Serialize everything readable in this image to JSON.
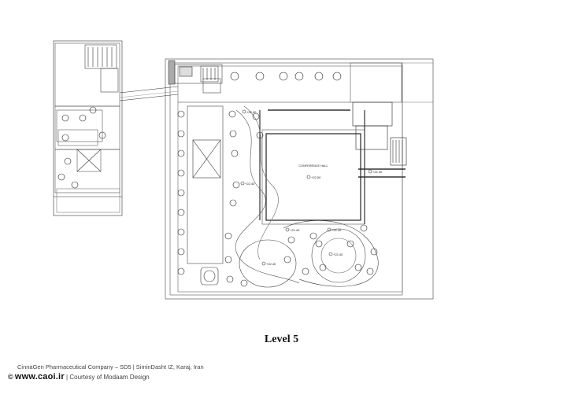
{
  "plan": {
    "room_label": "CONFERENCE HALL",
    "levels": [
      "+22.50",
      "+22.40",
      "+22.40",
      "+22.40",
      "+22.40",
      "+22.40",
      "+22.40",
      "+22.40"
    ]
  },
  "level_title": "Level 5",
  "caption": "CinnaGen Pharmaceutical Company – SD5 | SiminDasht IZ, Karaj, Iran",
  "credit": {
    "copyright": "©",
    "site": "www.caoi.ir",
    "separator": "|",
    "courtesy": "Courtesy of Modaam Design"
  }
}
